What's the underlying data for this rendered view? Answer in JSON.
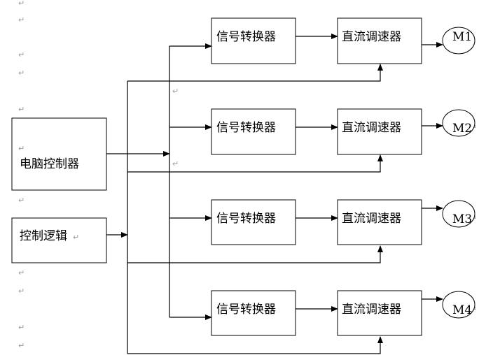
{
  "nodes": {
    "computer": "电脑控制器",
    "logic": "控制逻辑",
    "converters": [
      "信号转换器",
      "信号转换器",
      "信号转换器",
      "信号转换器"
    ],
    "regulators": [
      "直流调速器",
      "直流调速器",
      "直流调速器",
      "直流调速器"
    ],
    "motors": [
      "M1",
      "M2",
      "M3",
      "M4"
    ]
  },
  "paragraph_mark": "↵"
}
